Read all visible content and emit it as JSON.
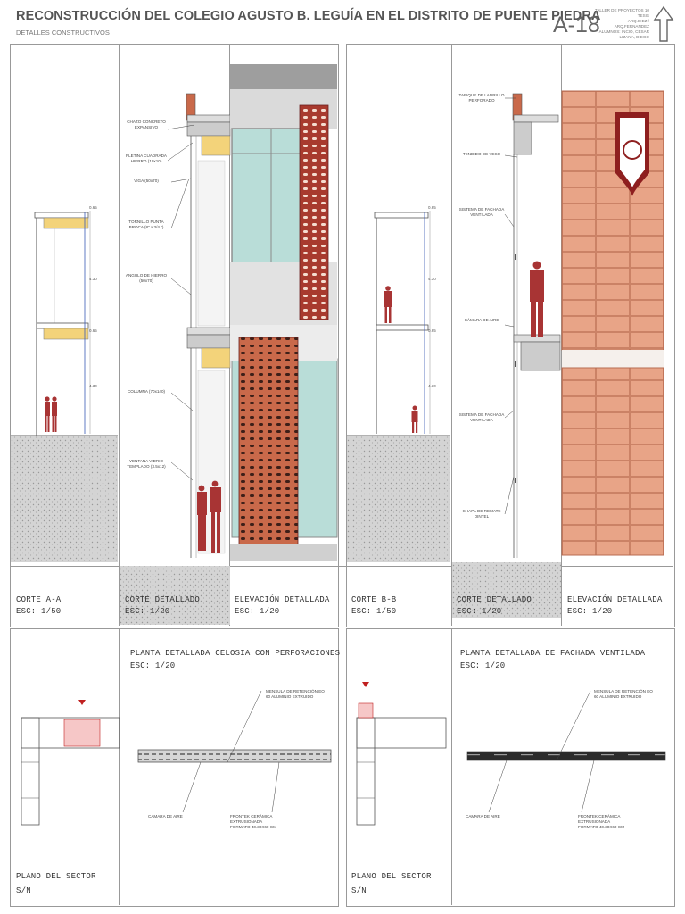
{
  "header": {
    "title": "RECONSTRUCCIÓN DEL COLEGIO AGUSTO B. LEGUÍA EN EL DISTRITO DE PUENTE PIEDRA",
    "subtitle": "DETALLES CONSTRUCTIVOS",
    "sheet": "A-18",
    "team": [
      "TALLER DE PROYECTOS 10 TESIS",
      "ARQ.DIEZ / ARQ.FERNANDEZ",
      "ALUMNOS: INCIO, CESAR",
      "LIZANA, DIEGO"
    ],
    "north_icon": "north-arrow-icon"
  },
  "left_row": {
    "corte_aa": {
      "title": "CORTE A-A",
      "scale": "ESC: 1/50",
      "dims": [
        "0.65",
        "4.30",
        "0.65",
        "4.30"
      ]
    },
    "corte_detallado": {
      "title": "CORTE DETALLADO",
      "scale": "ESC: 1/20"
    },
    "elevacion": {
      "title": "ELEVACIÓN DETALLADA",
      "scale": "ESC: 1/20"
    },
    "annotations": [
      "CHAZO CONCRETO EXPANSIVO",
      "PLETINA CUADRADA HIERRO (10x10)",
      "VIGA (50x70)",
      "TORNILLO PUNTA BROCA (8\" x 3/4 \")",
      "ANGULO DE HIERRO (50x70)",
      "COLUMNA (70x140)",
      "VENTANA VIDRIO TEMPLADO (3.5x12)"
    ]
  },
  "right_row": {
    "corte_bb": {
      "title": "CORTE B-B",
      "scale": "ESC: 1/50",
      "dims": [
        "0.65",
        "4.30",
        "0.65",
        "4.30"
      ]
    },
    "corte_detallado": {
      "title": "CORTE DETALLADO",
      "scale": "ESC: 1/20"
    },
    "elevacion": {
      "title": "ELEVACIÓN DETALLADA",
      "scale": "ESC: 1/20"
    },
    "annotations": [
      "TABIQUE DE LADRILLO PERFORADO",
      "TENDIDO DE YESO",
      "SISTEMA DE FACHADA VENTILADA",
      "CÁMARA DE AIRE",
      "SISTEMA DE FACHADA VENTILADA",
      "CHAPA DE REMATE DINTEL"
    ]
  },
  "bottom_left": {
    "plan_title": "PLANTA DETALLADA CELOSIA CON PERFORACIONES",
    "plan_scale": "ESC: 1/20",
    "sector_title": "PLANO DEL SECTOR",
    "sector_scale": "S/N",
    "notes": {
      "mensula": "MENSULA DE RETENCIÓN EO 60 ALUMINIO EXTRUIDO",
      "camara": "CAMARA DE AIRE",
      "frontek": "FRONTEK CERÁMICA EXTRUSIONADA FORMATO 40.30X60 CM"
    }
  },
  "bottom_right": {
    "plan_title": "PLANTA DETALLADA DE FACHADA VENTILADA",
    "plan_scale": "ESC: 1/20",
    "sector_title": "PLANO DEL SECTOR",
    "sector_scale": "S/N",
    "notes": {
      "mensula": "MENSULA DE RETENCIÓN EO 60 ALUMINIO EXTRUIDO",
      "camara": "CAMARA DE AIRE",
      "frontek": "FRONTEK CERÁMICA EXTRUSIONADA FORMATO 40.30X60 CM"
    }
  },
  "colors": {
    "terracotta": "#c9694a",
    "tile": "#e8a487",
    "figure": "#a83434",
    "ground": "#cfcfcf",
    "glass": "#b9ddd8"
  }
}
